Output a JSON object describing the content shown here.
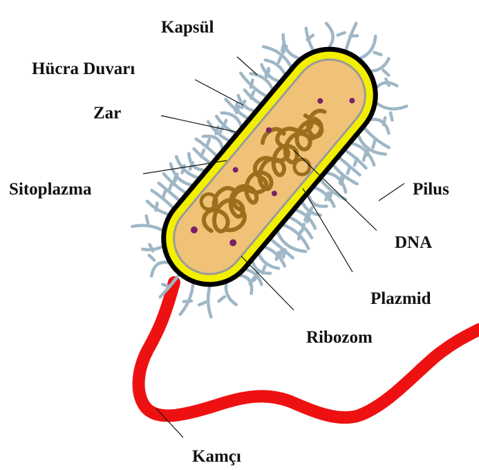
{
  "labels": {
    "kapsul": "Kapsül",
    "hucre_duvari": "Hücra Duvarı",
    "zar": "Zar",
    "sitoplazma": "Sitoplazma",
    "pilus": "Pilus",
    "dna": "DNA",
    "plazmid": "Plazmid",
    "ribozom": "Ribozom",
    "kamci": "Kamçı"
  },
  "colors": {
    "capsule_pili": "#9fb7c6",
    "cell_wall": "#000000",
    "membrane": "#f2ef00",
    "cytoplasm": "#efc277",
    "dna": "#9b6f1c",
    "ribosome": "#7a1f6a",
    "flagellum": "#ee1111",
    "label_text": "#111111"
  }
}
